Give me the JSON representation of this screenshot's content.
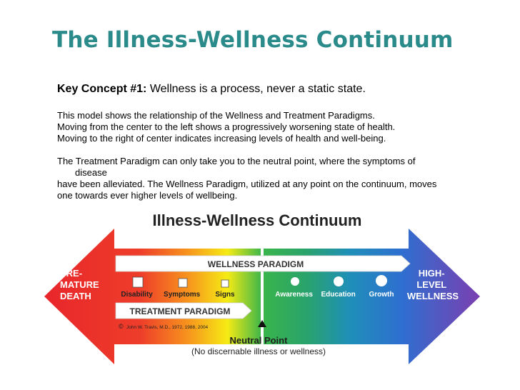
{
  "slide": {
    "title": "The Illness-Wellness Continuum",
    "key_label": "Key Concept #1:",
    "key_text": "Wellness is a process, never a static state.",
    "p1": [
      "This model shows the relationship of the Wellness and Treatment Paradigms.",
      "Moving from the center to the left shows a progressively worsening state of health.",
      "Moving to the right of center indicates increasing levels of health and well-being."
    ],
    "p2": [
      "The Treatment Paradigm can only take you to the neutral point, where the symptoms of",
      "disease",
      "have been alleviated. The Wellness Paradigm, utilized at any point on the continuum, moves",
      "one towards ever higher levels of wellbeing."
    ]
  },
  "diagram": {
    "heading": "Illness-Wellness Continuum",
    "left_end": [
      "PRE-",
      "MATURE",
      "DEATH"
    ],
    "right_end": [
      "HIGH-",
      "LEVEL",
      "WELLNESS"
    ],
    "wellness_paradigm": "WELLNESS PARADIGM",
    "treatment_paradigm": "TREATMENT PARADIGM",
    "left_markers": [
      "Disability",
      "Symptoms",
      "Signs"
    ],
    "right_markers": [
      "Awareness",
      "Education",
      "Growth"
    ],
    "copyright_symbol": "©",
    "copyright": "John W. Travis, M.D., 1972, 1988, 2004",
    "neutral_point": "Neutral Point",
    "neutral_note": "(No discernable illness or wellness)",
    "colors": {
      "title": "#2b8a8a",
      "band_red": "#e8262b",
      "band_orange": "#f7941d",
      "band_yellow": "#f6eb14",
      "band_green": "#39b54a",
      "band_blue": "#2e6fd0",
      "band_purple": "#7b3fb0",
      "paradigm_text": "#333333"
    }
  }
}
